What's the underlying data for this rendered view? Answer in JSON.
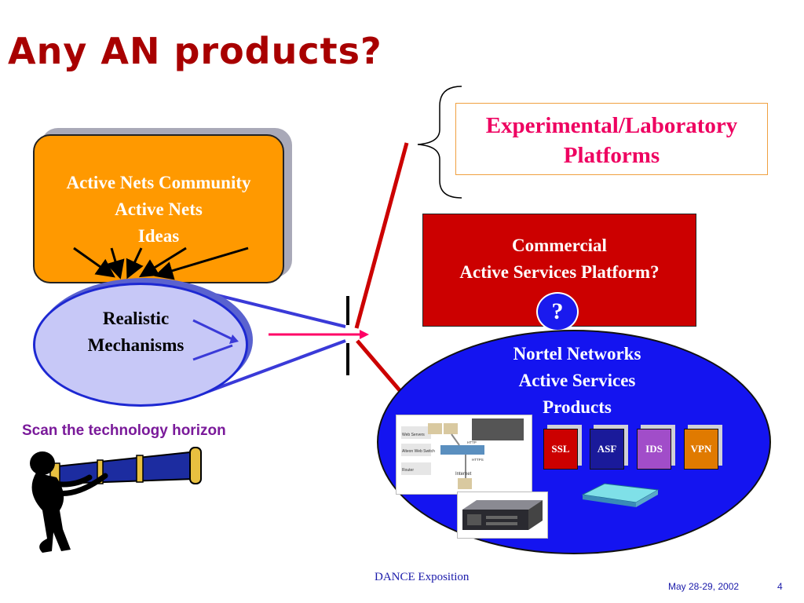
{
  "title": "Any AN products?",
  "community_box": {
    "lines": [
      "Active Nets Community",
      "Active Nets",
      "Ideas"
    ]
  },
  "mechanisms_oval": {
    "lines": [
      "Realistic",
      "Mechanisms"
    ]
  },
  "experimental_box": {
    "lines": [
      "Experimental/Laboratory",
      "Platforms"
    ]
  },
  "commercial_box": {
    "lines": [
      "Commercial",
      "Active Services Platform?"
    ],
    "badge": "?"
  },
  "nortel_oval": {
    "lines": [
      "Nortel Networks",
      "Active Services",
      "Products"
    ],
    "modules": [
      {
        "label": "SSL",
        "color": "#cc0000"
      },
      {
        "label": "ASF",
        "color": "#1a1a9a"
      },
      {
        "label": "IDS",
        "color": "#a14dc9"
      },
      {
        "label": "VPN",
        "color": "#e07a00"
      }
    ],
    "screenshot_labels": [
      "Web Servers",
      "Alteon Web Switch",
      "Router",
      "Internet",
      "HTTP",
      "HTTPS"
    ]
  },
  "caption": "Scan the technology horizon",
  "footer": {
    "center": "DANCE Exposition",
    "date": "May 28-29,  2002",
    "page": "4"
  },
  "colors": {
    "title": "#a80000",
    "orange": "#ff9900",
    "oval_fill": "#c7c8f7",
    "oval_border": "#1d28d2",
    "experimental_text": "#ee0060",
    "commercial_fill": "#cc0000",
    "nortel_fill": "#1414f0",
    "connector_red": "#cc0000",
    "connector_blue": "#3a3ad8",
    "caption": "#7a1a9a"
  }
}
